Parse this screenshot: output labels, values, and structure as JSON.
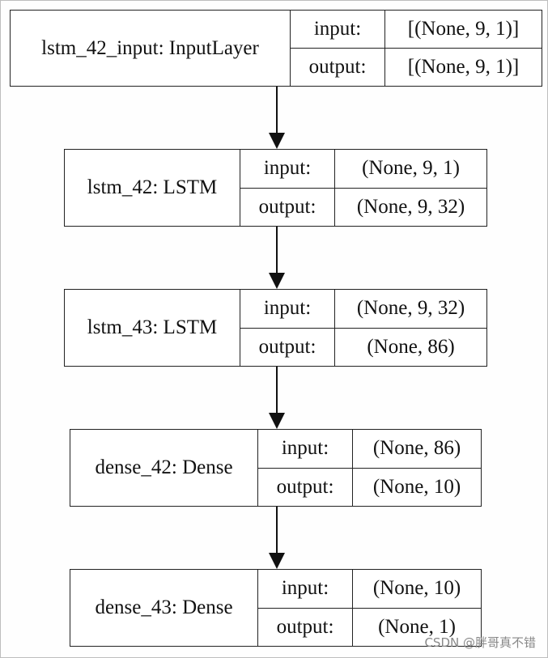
{
  "nodes": [
    {
      "name": "lstm_42_input: InputLayer",
      "input_label": "input:",
      "output_label": "output:",
      "input": "[(None, 9, 1)]",
      "output": "[(None, 9, 1)]"
    },
    {
      "name": "lstm_42: LSTM",
      "input_label": "input:",
      "output_label": "output:",
      "input": "(None, 9, 1)",
      "output": "(None, 9, 32)"
    },
    {
      "name": "lstm_43: LSTM",
      "input_label": "input:",
      "output_label": "output:",
      "input": "(None, 9, 32)",
      "output": "(None, 86)"
    },
    {
      "name": "dense_42: Dense",
      "input_label": "input:",
      "output_label": "output:",
      "input": "(None, 86)",
      "output": "(None, 10)"
    },
    {
      "name": "dense_43: Dense",
      "input_label": "input:",
      "output_label": "output:",
      "input": "(None, 10)",
      "output": "(None, 1)"
    }
  ],
  "watermark": "CSDN @胖哥真不错"
}
